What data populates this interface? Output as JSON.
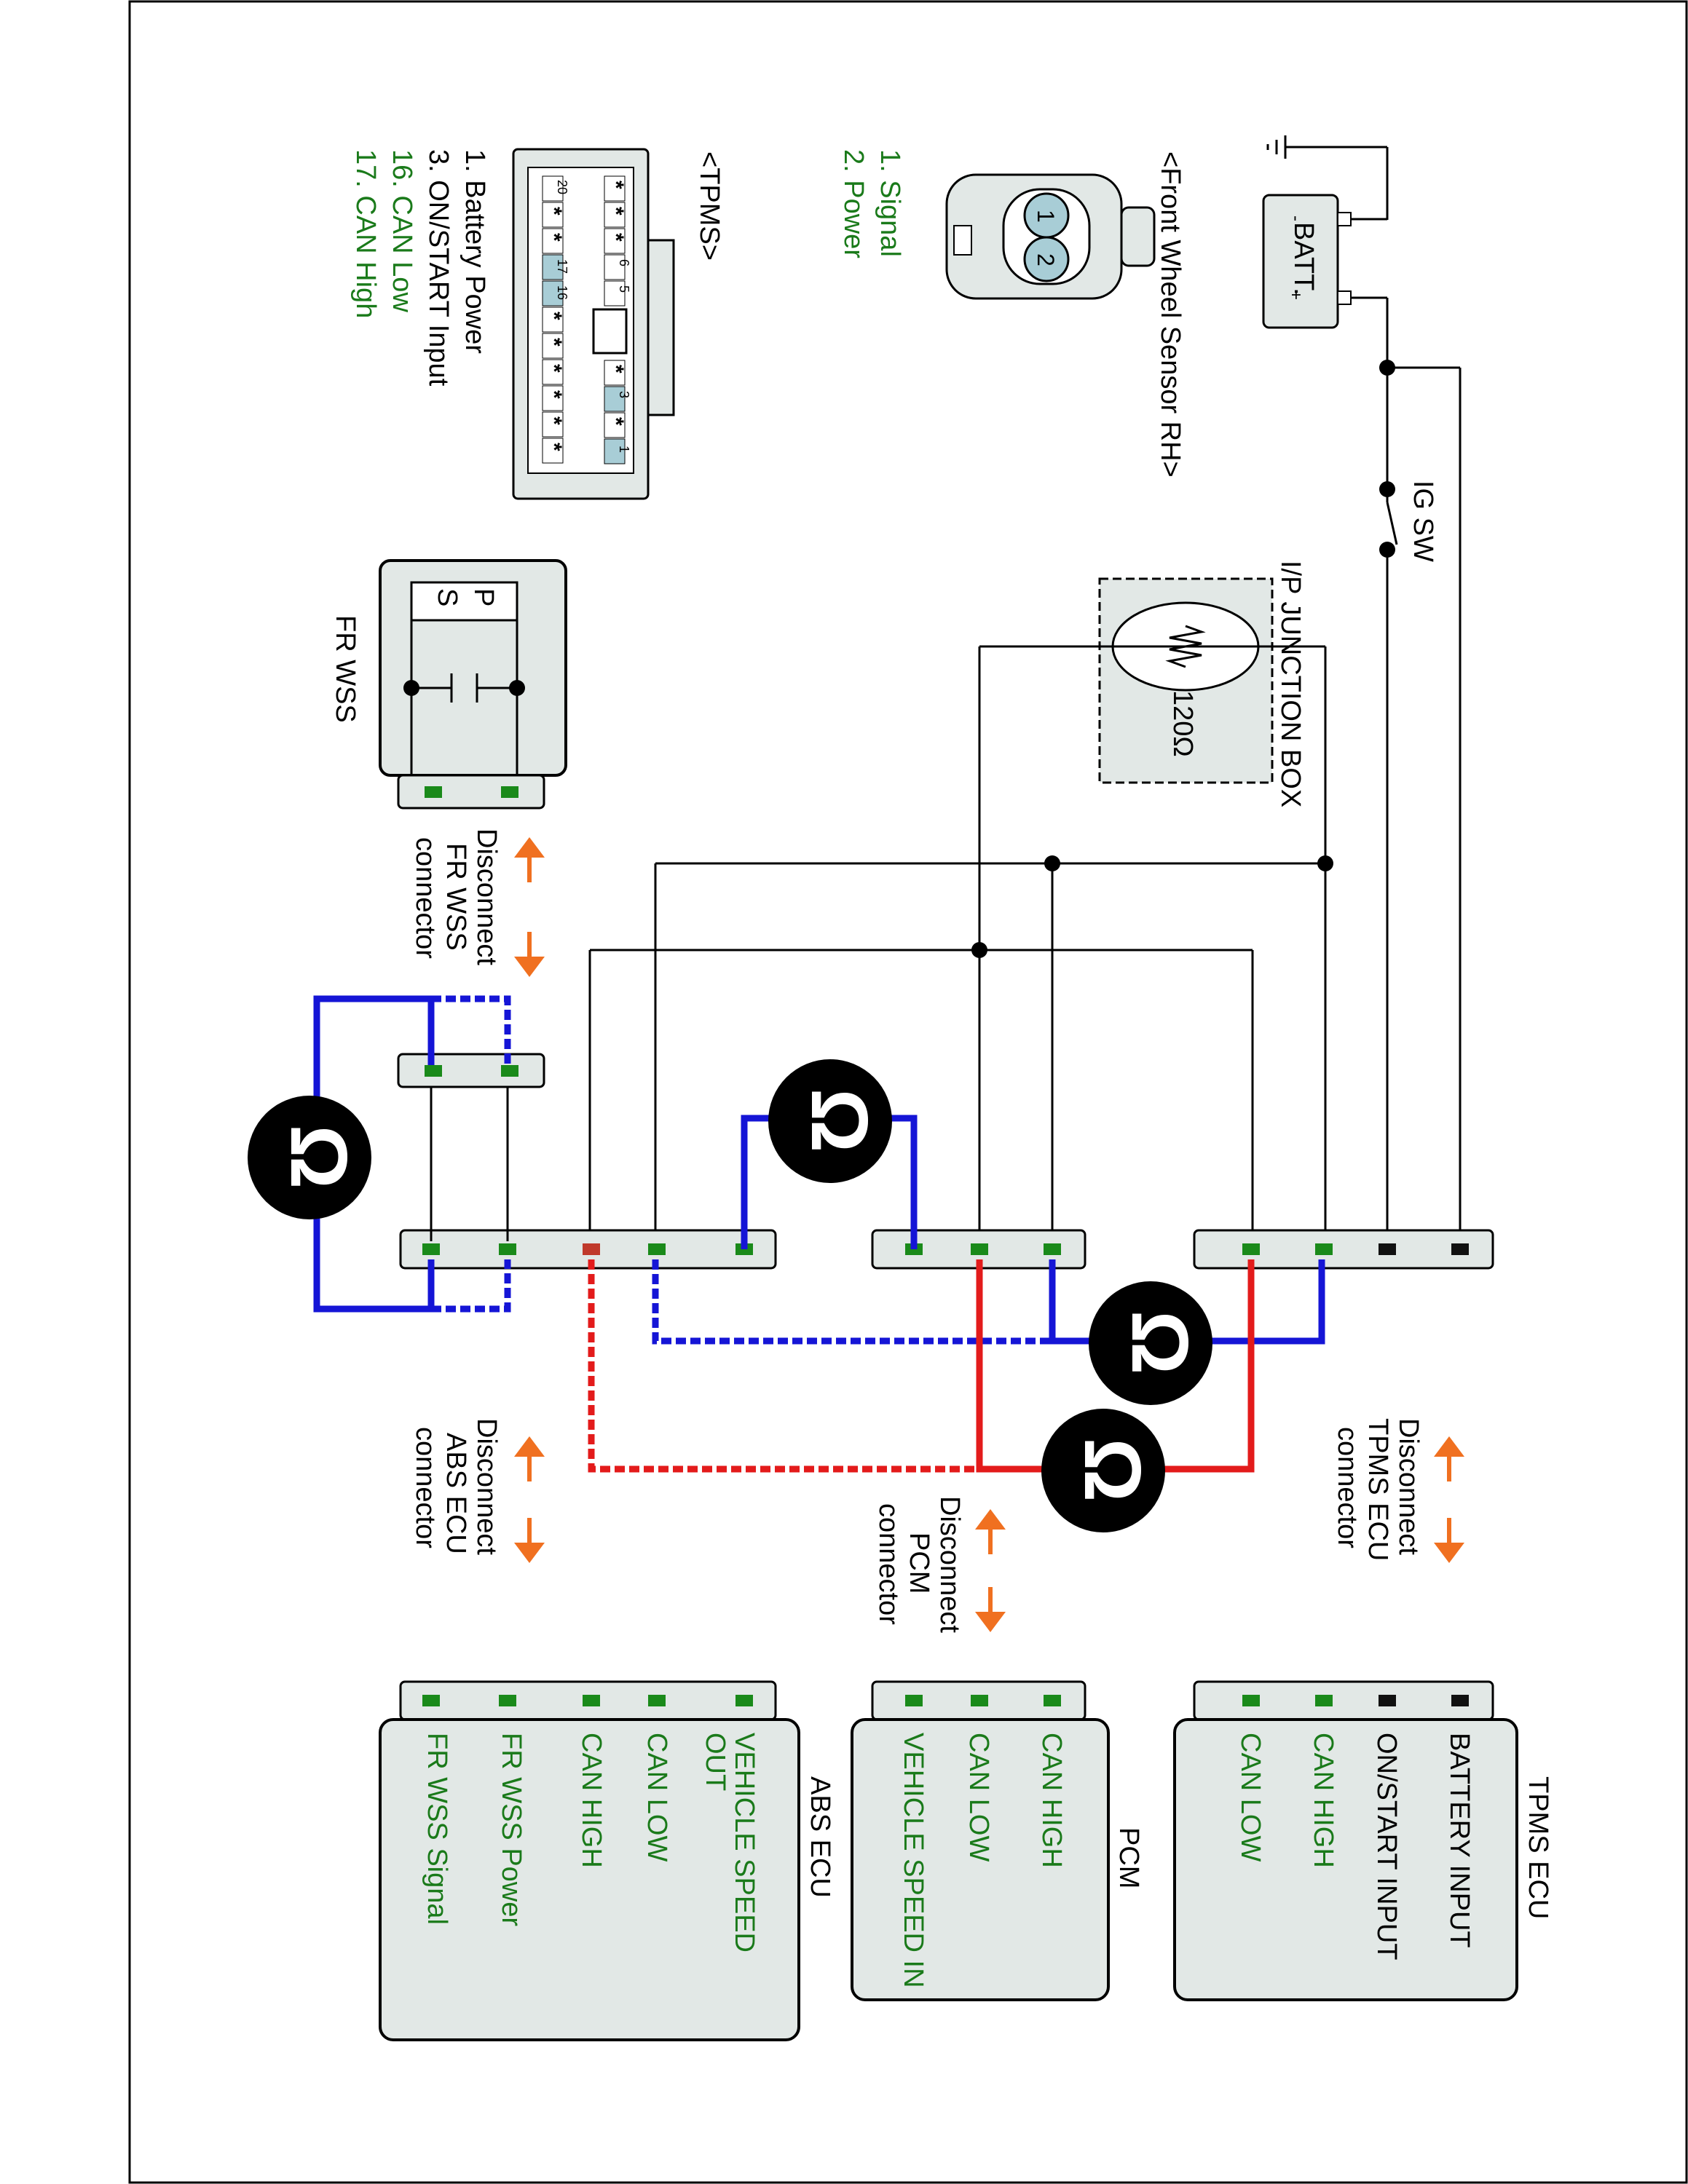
{
  "title_blocks": {
    "front_wheel_sensor_title": "<Front Wheel Sensor RH>",
    "front_wheel_sensor_pins": [
      "1. Signal",
      "2. Power"
    ],
    "tpms_title": "<TPMS>",
    "tpms_pins_black": [
      "1. Battery Power",
      "3. ON/START Input"
    ],
    "tpms_pins_green": [
      "16. CAN Low",
      "17. CAN High"
    ]
  },
  "components": {
    "batt": "BATT.",
    "ig_sw": "IG SW",
    "junction_box": "I/P JUNCTION BOX",
    "resistor": "120Ω",
    "fr_wss": "FR WSS",
    "fr_wss_p": "P",
    "fr_wss_s": "S"
  },
  "disconnect_labels": {
    "fr_wss": [
      "Disconnect",
      "FR WSS",
      "connector"
    ],
    "tpms": [
      "Disconnect",
      "TPMS ECU",
      "connector"
    ],
    "pcm": [
      "Disconnect",
      "PCM",
      "connector"
    ],
    "abs": [
      "Disconnect",
      "ABS ECU",
      "connector"
    ]
  },
  "modules": {
    "tpms": {
      "name": "TPMS ECU",
      "pins_black": [
        "BATTERY INPUT",
        "ON/START INPUT"
      ],
      "pins_green": [
        "CAN HIGH",
        "CAN LOW"
      ]
    },
    "pcm": {
      "name": "PCM",
      "pins_green": [
        "CAN HIGH",
        "CAN LOW",
        "VEHICLE SPEED IN"
      ]
    },
    "abs": {
      "name": "ABS ECU",
      "pins_green": [
        "VEHICLE SPEED",
        "OUT",
        "CAN LOW",
        "CAN HIGH",
        "FR WSS Power",
        "FR WSS Signal"
      ]
    }
  },
  "tpms_connector_pins": [
    "20",
    "17",
    "16",
    "6",
    "5",
    "3",
    "1"
  ],
  "colors": {
    "green_text": "#1a7a1a",
    "blue_wire": "#1515d6",
    "red_wire": "#e31b1b",
    "orange_arrow": "#f07020",
    "panel_fill": "#e2e8e6"
  }
}
